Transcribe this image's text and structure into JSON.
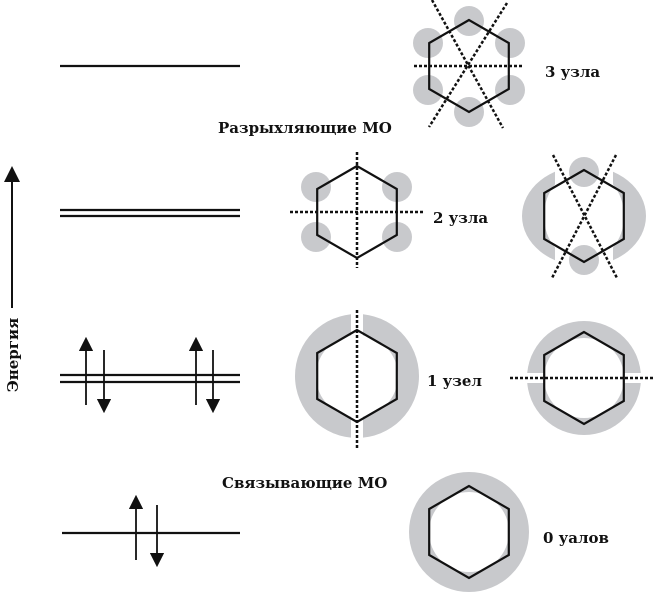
{
  "axis": {
    "label": "Энергия",
    "direction": "up"
  },
  "groups": {
    "antibonding": "Разрыхляющие МО",
    "bonding": "Связывающие МО"
  },
  "levels": [
    {
      "nodes_label": "3 узла",
      "degeneracy": 1,
      "electrons": 0
    },
    {
      "nodes_label": "2 узла",
      "degeneracy": 2,
      "electrons": 0
    },
    {
      "nodes_label": "1 узел",
      "degeneracy": 2,
      "electrons": 4
    },
    {
      "nodes_label": "0 уалов",
      "degeneracy": 1,
      "electrons": 2
    }
  ],
  "colors": {
    "lobe": "#c8c9cc",
    "line": "#111111"
  }
}
